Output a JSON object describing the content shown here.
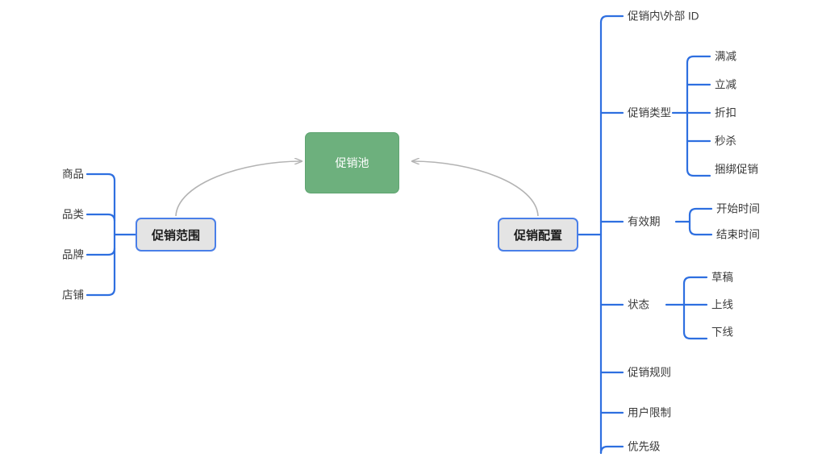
{
  "diagram": {
    "title": "促销池",
    "background": "#ffffff",
    "colors": {
      "root_fill": "#6db07d",
      "root_text": "#ffffff",
      "node_fill": "#e4e4e4",
      "node_border": "#4a7fe8",
      "branch_line": "#2e6fe0",
      "arrow_line": "#b3b3b3",
      "label_text": "#3a3a3a"
    },
    "root": {
      "label": "促销池"
    },
    "left_node": {
      "label": "促销范围"
    },
    "right_node": {
      "label": "促销配置"
    },
    "left_children": [
      {
        "label": "商品"
      },
      {
        "label": "品类"
      },
      {
        "label": "品牌"
      },
      {
        "label": "店铺"
      }
    ],
    "right_children": [
      {
        "label": "促销内\\外部 ID",
        "children": []
      },
      {
        "label": "促销类型",
        "children": [
          {
            "label": "满减"
          },
          {
            "label": "立减"
          },
          {
            "label": "折扣"
          },
          {
            "label": "秒杀"
          },
          {
            "label": "捆绑促销"
          }
        ]
      },
      {
        "label": "有效期",
        "children": [
          {
            "label": "开始时间"
          },
          {
            "label": "结束时间"
          }
        ]
      },
      {
        "label": "状态",
        "children": [
          {
            "label": "草稿"
          },
          {
            "label": "上线"
          },
          {
            "label": "下线"
          }
        ]
      },
      {
        "label": "促销规则",
        "children": []
      },
      {
        "label": "用户限制",
        "children": []
      },
      {
        "label": "优先级",
        "children": []
      }
    ]
  }
}
